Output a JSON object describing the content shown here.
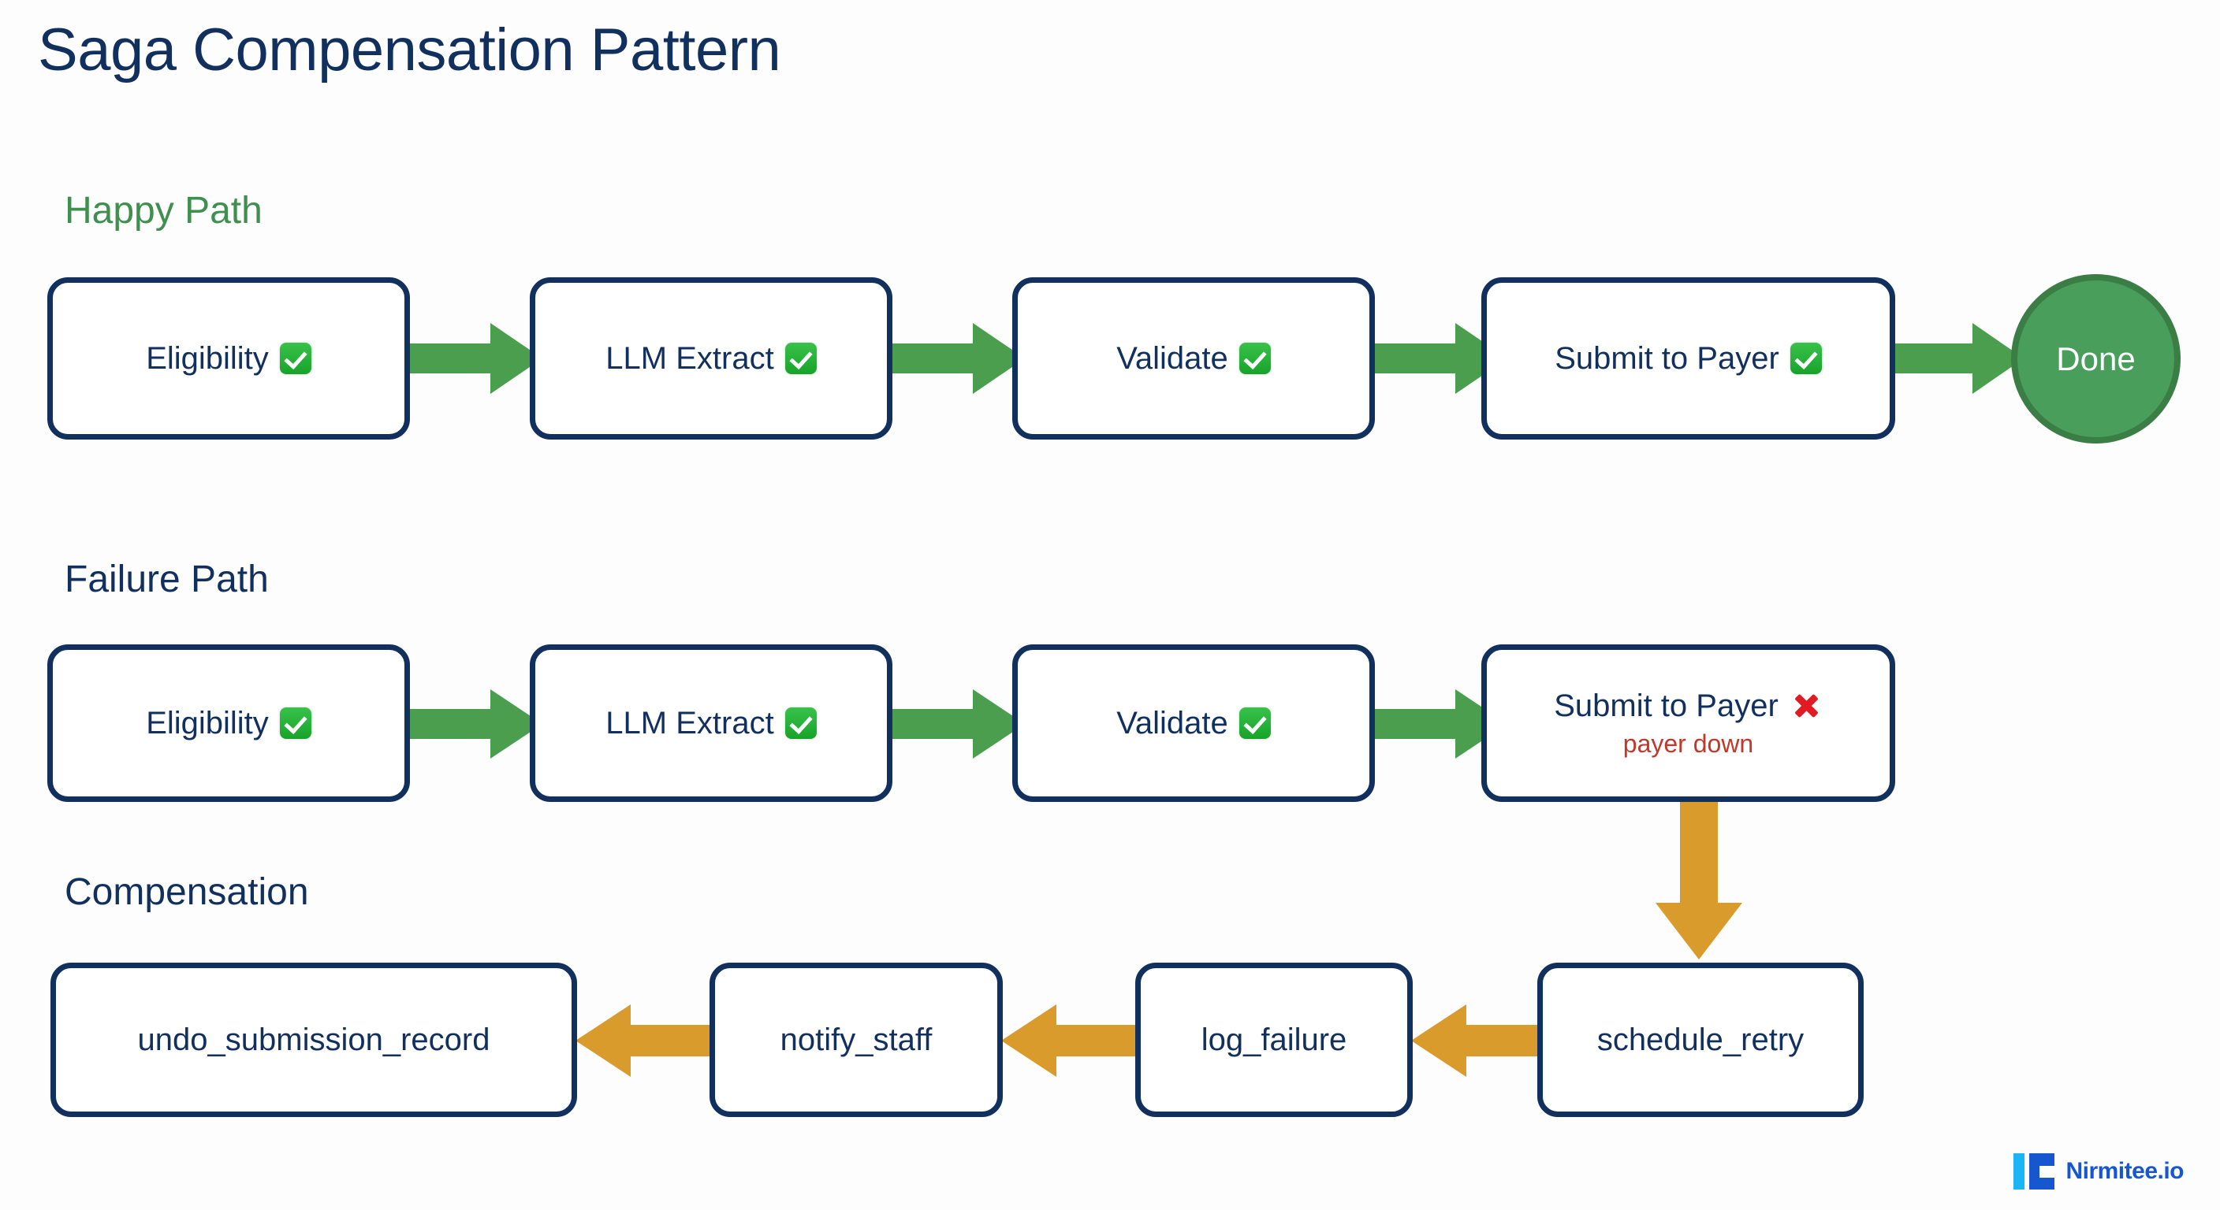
{
  "page": {
    "title": "Saga Compensation Pattern",
    "background_color": "#fdfdfd",
    "title_color": "#12305e"
  },
  "colors": {
    "navy": "#12305e",
    "green": "#4a9e4e",
    "green_dark": "#3a7d45",
    "orange": "#d99b2c",
    "red": "#c0392b",
    "check_green": "#17a32a",
    "cross_red": "#e01b24",
    "logo_blue": "#1657d0",
    "logo_cyan": "#19b5f5"
  },
  "sections": {
    "happy": {
      "label": "Happy Path",
      "color": "#3f8f4f"
    },
    "failure": {
      "label": "Failure Path",
      "color": "#12305e"
    },
    "compensation": {
      "label": "Compensation",
      "color": "#12305e"
    }
  },
  "happy_path": {
    "nodes": [
      {
        "label": "Eligibility",
        "status": "check"
      },
      {
        "label": "LLM Extract",
        "status": "check"
      },
      {
        "label": "Validate",
        "status": "check"
      },
      {
        "label": "Submit to Payer",
        "status": "check"
      }
    ],
    "terminal": {
      "label": "Done"
    },
    "arrow_color": "#4a9e4e",
    "arrow_direction": "right"
  },
  "failure_path": {
    "nodes": [
      {
        "label": "Eligibility",
        "status": "check",
        "sub": ""
      },
      {
        "label": "LLM Extract",
        "status": "check",
        "sub": ""
      },
      {
        "label": "Validate",
        "status": "check",
        "sub": ""
      },
      {
        "label": "Submit to Payer",
        "status": "cross",
        "sub": "payer down"
      }
    ],
    "arrow_color": "#4a9e4e",
    "arrow_direction": "right",
    "drop_arrow_color": "#d99b2c",
    "drop_arrow_direction": "down"
  },
  "compensation": {
    "nodes": [
      {
        "label": "undo_submission_record"
      },
      {
        "label": "notify_staff"
      },
      {
        "label": "log_failure"
      },
      {
        "label": "schedule_retry"
      }
    ],
    "arrow_color": "#d99b2c",
    "arrow_direction": "left"
  },
  "footer": {
    "brand": "Nirmitee.io"
  }
}
